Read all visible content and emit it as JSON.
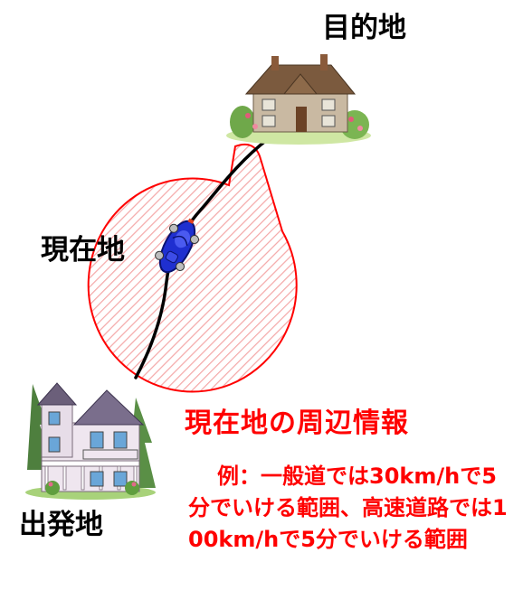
{
  "labels": {
    "destination": "目的地",
    "current": "現在地",
    "origin": "出発地"
  },
  "info": {
    "title": "現在地の周辺情報",
    "example": "例：一般道では30km/hで5分でいける範囲、高速道路では100km/hで5分でいける範囲"
  },
  "colors": {
    "callout_stroke": "#ff0000",
    "callout_hatch": "#f4a7a7",
    "route": "#000000",
    "car_body": "#1f2fd0",
    "info_text": "#ff0000",
    "label_text": "#000000"
  },
  "icons": {
    "destination": "house-icon",
    "origin": "victorian-house-icon",
    "vehicle": "car-icon"
  }
}
